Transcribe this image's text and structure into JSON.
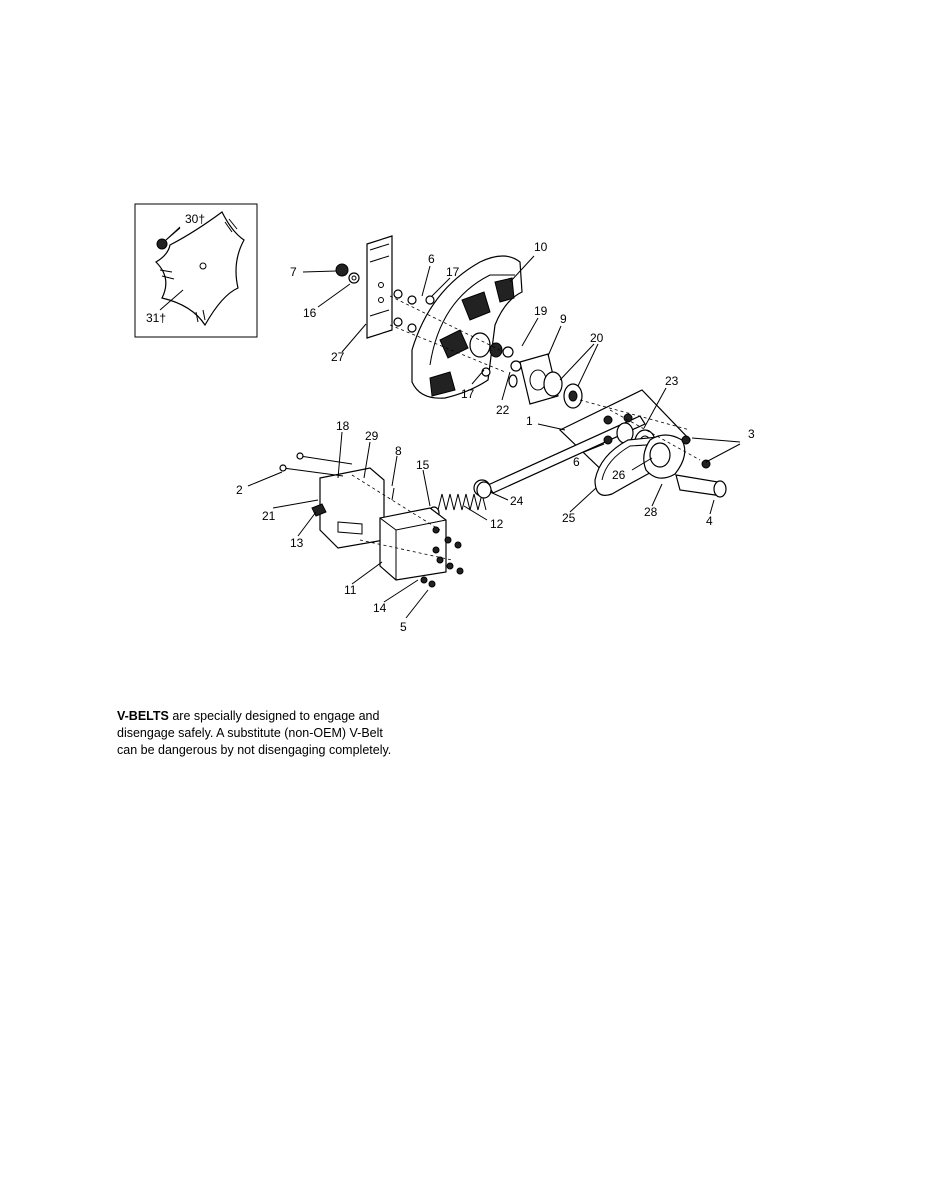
{
  "callouts": [
    {
      "id": "c30",
      "label": "30†"
    },
    {
      "id": "c31",
      "label": "31†"
    },
    {
      "id": "c7",
      "label": "7"
    },
    {
      "id": "c16",
      "label": "16"
    },
    {
      "id": "c27",
      "label": "27"
    },
    {
      "id": "c6a",
      "label": "6"
    },
    {
      "id": "c17a",
      "label": "17"
    },
    {
      "id": "c10",
      "label": "10"
    },
    {
      "id": "c19",
      "label": "19"
    },
    {
      "id": "c9",
      "label": "9"
    },
    {
      "id": "c20",
      "label": "20"
    },
    {
      "id": "c17b",
      "label": "17"
    },
    {
      "id": "c22",
      "label": "22"
    },
    {
      "id": "c23",
      "label": "23"
    },
    {
      "id": "c1",
      "label": "1"
    },
    {
      "id": "c3",
      "label": "3"
    },
    {
      "id": "c6b",
      "label": "6"
    },
    {
      "id": "c26",
      "label": "26"
    },
    {
      "id": "c18",
      "label": "18"
    },
    {
      "id": "c29",
      "label": "29"
    },
    {
      "id": "c8",
      "label": "8"
    },
    {
      "id": "c2",
      "label": "2"
    },
    {
      "id": "c15",
      "label": "15"
    },
    {
      "id": "c24",
      "label": "24"
    },
    {
      "id": "c21",
      "label": "21"
    },
    {
      "id": "c12",
      "label": "12"
    },
    {
      "id": "c25",
      "label": "25"
    },
    {
      "id": "c28",
      "label": "28"
    },
    {
      "id": "c4",
      "label": "4"
    },
    {
      "id": "c13",
      "label": "13"
    },
    {
      "id": "c11",
      "label": "11"
    },
    {
      "id": "c14",
      "label": "14"
    },
    {
      "id": "c5",
      "label": "5"
    }
  ],
  "note": {
    "bold": "V-BELTS",
    "line1": " are specially designed to engage and",
    "line2": "disengage safely. A substitute (non-OEM) V-Belt",
    "line3": "can be dangerous by not disengaging completely."
  }
}
